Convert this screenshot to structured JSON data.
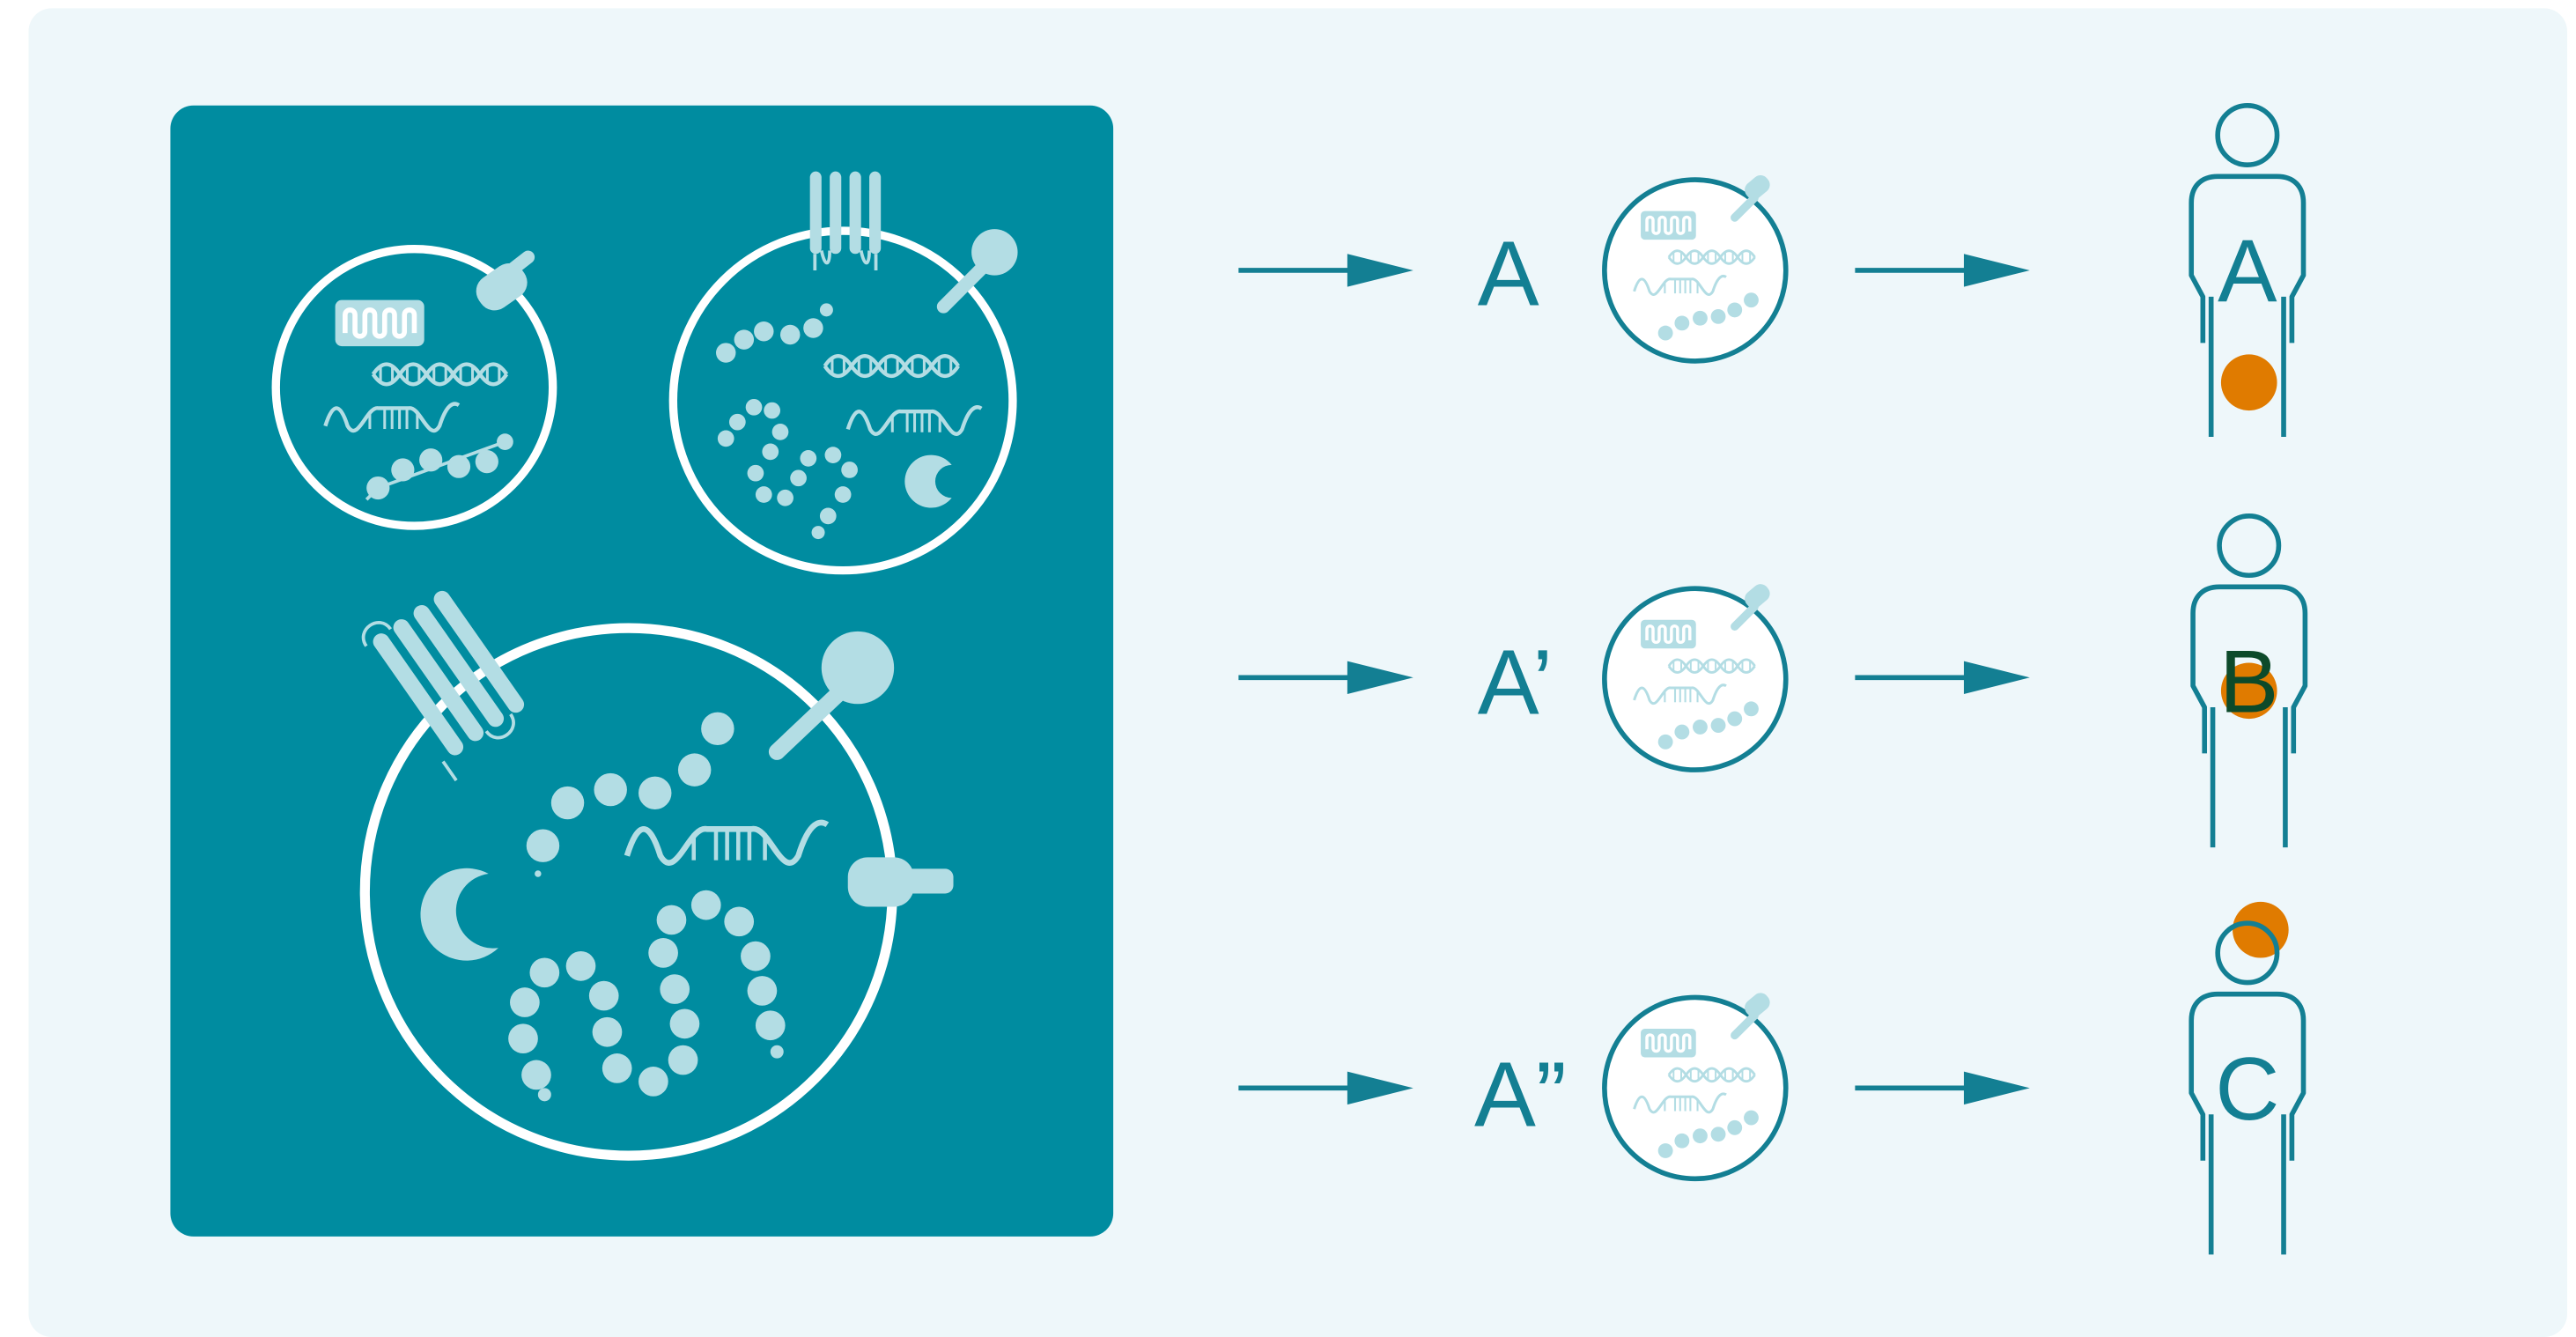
{
  "colors": {
    "background": "#eef7fa",
    "panel": "#008ca0",
    "teal": "#137f93",
    "light": "#b3dde4",
    "white": "#ffffff",
    "marker": "#e07b00",
    "marker_text": "#0d4a2a"
  },
  "rows": [
    {
      "variant": "A",
      "patient": "A",
      "marker": "abdomen"
    },
    {
      "variant": "A’",
      "patient": "B",
      "marker": "chest"
    },
    {
      "variant": "A”",
      "patient": "C",
      "marker": "head"
    }
  ],
  "icons": [
    "cell-icon",
    "receptor-icon",
    "dna-helix-icon",
    "rna-strand-icon",
    "protein-chain-icon",
    "enzyme-icon",
    "arrow-icon",
    "person-icon",
    "tumor-marker-icon"
  ]
}
